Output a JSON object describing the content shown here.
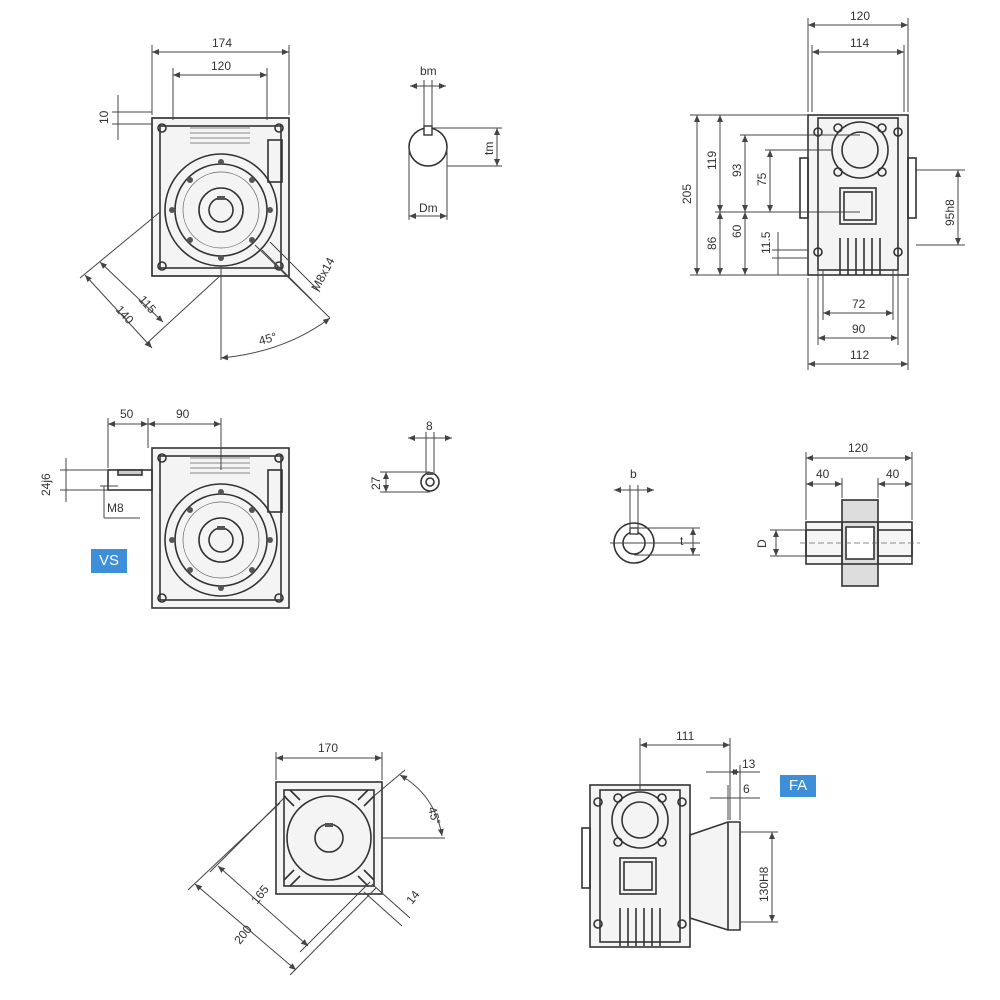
{
  "views": {
    "front": {
      "dim_width": "174",
      "dim_inner": "120",
      "dim_flange": "10",
      "dim_bolt_circle": "115",
      "dim_outer_circle": "140",
      "dim_angle": "45°",
      "dim_thread": "M8x14"
    },
    "shaft_key": {
      "dim_bm": "bm",
      "dim_tm": "tm",
      "dim_dm": "Dm"
    },
    "side": {
      "dim_top_120": "120",
      "dim_top_114": "114",
      "dim_205": "205",
      "dim_119": "119",
      "dim_93": "93",
      "dim_75": "75",
      "dim_86": "86",
      "dim_60": "60",
      "dim_11_5": "11.5",
      "dim_95h8": "95h8",
      "dim_72": "72",
      "dim_90": "90",
      "dim_112": "112"
    },
    "vs": {
      "dim_50": "50",
      "dim_90": "90",
      "dim_24j6": "24j6",
      "dim_m8": "M8",
      "tag": "VS"
    },
    "small_shaft": {
      "dim_8": "8",
      "dim_27": "27"
    },
    "hub_key": {
      "dim_b": "b",
      "dim_t": "t"
    },
    "hollow_shaft": {
      "dim_120": "120",
      "dim_40_left": "40",
      "dim_40_right": "40",
      "dim_d": "D"
    },
    "flange": {
      "dim_170": "170",
      "dim_45": "45°",
      "dim_165": "165",
      "dim_200": "200",
      "dim_14": "14"
    },
    "fa": {
      "dim_111": "111",
      "dim_13": "13",
      "dim_6": "6",
      "dim_130h8": "130H8",
      "tag": "FA"
    }
  }
}
